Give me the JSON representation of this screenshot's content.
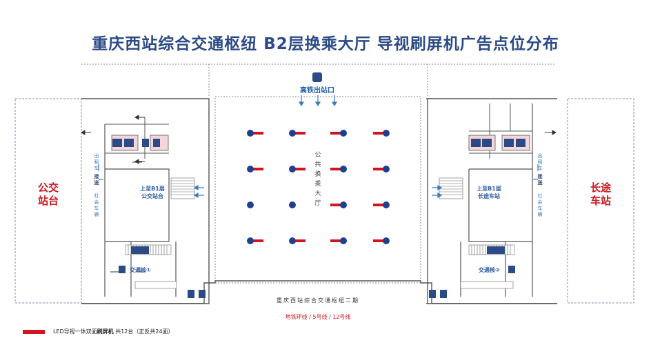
{
  "title": "重庆西站综合交通枢纽 B2层换乘大厅 导视刷屏机广告点位分布",
  "left_station": [
    "公交",
    "站台"
  ],
  "right_station": [
    "长途",
    "车站"
  ],
  "hsr_exit": "高铁出站口",
  "hall_label": "公共换乘大厅",
  "left_core": {
    "up_line1": "上至B1层",
    "up_line2": "公交站台",
    "core_label": "交通核①"
  },
  "right_core": {
    "up_line1": "上至B1层",
    "up_line2": "长途车站",
    "core_label": "交通核②"
  },
  "left_taxi": [
    "出",
    "租",
    "车"
  ],
  "left_pickup": [
    "接",
    "送"
  ],
  "left_social": [
    "社",
    "会",
    "车",
    "辆"
  ],
  "right_taxi": [
    "出",
    "租",
    "车"
  ],
  "right_pickup": [
    "接",
    "送"
  ],
  "right_social": [
    "社",
    "会",
    "车",
    "辆"
  ],
  "phase2_label": "重庆西站综合交通枢纽二期",
  "metro_label": "地铁环线 / 5号线 / 12号线",
  "legend": {
    "text_prefix": "LED导视一体双面",
    "text_bold": "刷屏机",
    "text_suffix": " 共12台（正反共24面）"
  },
  "colors": {
    "title": "#2b4a86",
    "red": "#d2141e",
    "blue": "#1f3f8f",
    "accent_text": "#1a5fa8"
  },
  "screen_points": [
    {
      "row": 1,
      "col": 1,
      "red_side": "right"
    },
    {
      "row": 1,
      "col": 2,
      "red_side": "right"
    },
    {
      "row": 1,
      "col": 3,
      "red_side": "left"
    },
    {
      "row": 1,
      "col": 4,
      "red_side": "left"
    },
    {
      "row": 2,
      "col": 1,
      "red_side": "right"
    },
    {
      "row": 2,
      "col": 2,
      "red_side": "right"
    },
    {
      "row": 2,
      "col": 3,
      "red_side": "left"
    },
    {
      "row": 2,
      "col": 4,
      "red_side": "left"
    },
    {
      "row": 3,
      "col": 1,
      "red_side": "none"
    },
    {
      "row": 3,
      "col": 2,
      "red_side": "none"
    },
    {
      "row": 3,
      "col": 3,
      "red_side": "left"
    },
    {
      "row": 3,
      "col": 4,
      "red_side": "left"
    },
    {
      "row": 4,
      "col": 1,
      "red_side": "right"
    },
    {
      "row": 4,
      "col": 2,
      "red_side": "right"
    },
    {
      "row": 4,
      "col": 3,
      "red_side": "left"
    },
    {
      "row": 4,
      "col": 4,
      "red_side": "left"
    }
  ]
}
